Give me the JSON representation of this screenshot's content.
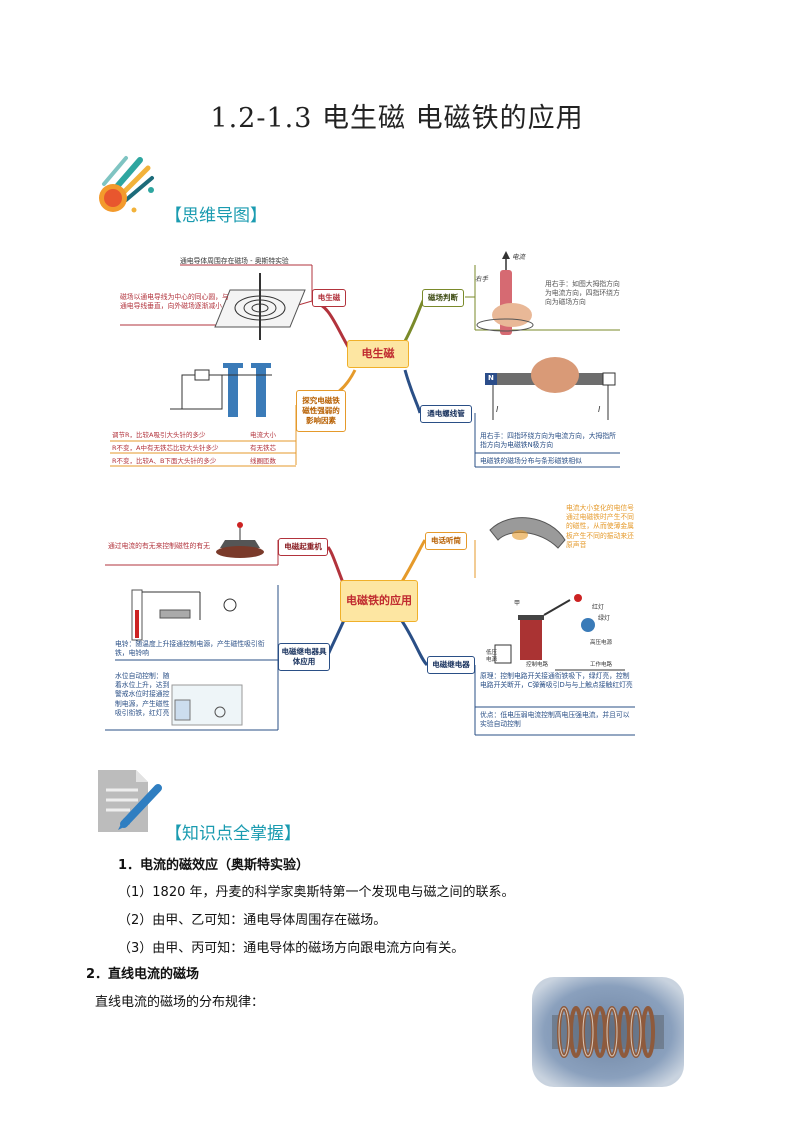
{
  "title": "1.2-1.3 电生磁 电磁铁的应用",
  "section1": {
    "label": "【思维导图】"
  },
  "map1": {
    "center": "电生磁",
    "left_node_top": "电生磁",
    "oersted": "通电导体周围存在磁场 - 奥斯特实验",
    "field_desc": "磁场以通电导线为中心的同心圆，与通电导线垂直，向外磁场逐渐减小",
    "factors_node": "探究电磁铁磁性强弱的影响因素",
    "factors": [
      {
        "cond": "调节R，比较A吸引大头针的多少",
        "result": "电流大小"
      },
      {
        "cond": "R不变，A中有无铁芯比较大头针多少",
        "result": "有无铁芯"
      },
      {
        "cond": "R不变，比较A、B下面大头针的多少",
        "result": "线圈匝数"
      }
    ],
    "field_judge_node": "磁场判断",
    "right_hand_rule": "用右手：如图大拇指方向为电流方向，四指环绕方向为磁场方向",
    "current_label": "电流",
    "hand_label": "右手",
    "solenoid_node": "通电螺线管",
    "solenoid_rule": "用右手：四指环绕方向为电流方向，大拇指所指方向为电磁铁N极方向",
    "solenoid_field": "电磁铁的磁场分布与条形磁铁相似",
    "n_label": "N",
    "i_label": "I"
  },
  "map2": {
    "center": "电磁铁的应用",
    "crane_node": "电磁起重机",
    "crane_desc": "通过电流的有无来控制磁性的有无",
    "phone_node": "电话听筒",
    "phone_desc": "电流大小变化的电信号通过电磁铁时产生不同的磁性，从而使薄金属板产生不同的振动来还原声音",
    "relay_app_node": "电磁继电器具体应用",
    "bell_desc": "电铃：随温度上升接通控制电源，产生磁性吸引衔铁，电铃响",
    "water_desc": "水位自动控制：随着水位上升，达到警戒水位时接通控制电源，产生磁性吸引衔铁，红灯亮",
    "relay_node": "电磁继电器",
    "relay_principle": "原理：控制电路开关接通衔铁吸下，绿灯亮，控制电路开关断开，C弹簧吸引D与与上触点接触红灯亮",
    "relay_advantage": "优点：低电压弱电流控制高电压强电流，并且可以实验自动控制",
    "relay_labels": [
      "甲",
      "红灯",
      "绿灯",
      "低压电源",
      "控制电路",
      "高压电源",
      "工作电路"
    ]
  },
  "section2": {
    "label": "【知识点全掌握】"
  },
  "points": [
    {
      "heading": "1．电流的磁效应（奥斯特实验）",
      "items": [
        "（1）1820 年，丹麦的科学家奥斯特第一个发现电与磁之间的联系。",
        "（2）由甲、乙可知：通电导体周围存在磁场。",
        "（3）由甲、丙可知：通电导体的磁场方向跟电流方向有关。"
      ]
    },
    {
      "heading": "2．直线电流的磁场",
      "items": [
        "直线电流的磁场的分布规律："
      ]
    }
  ],
  "colors": {
    "teal": "#1a9bb0",
    "red": "#b2333c",
    "olive": "#7a8a2a",
    "orange": "#e59a2b",
    "navy": "#2a4f86",
    "yellow_center": "#f6c646"
  }
}
